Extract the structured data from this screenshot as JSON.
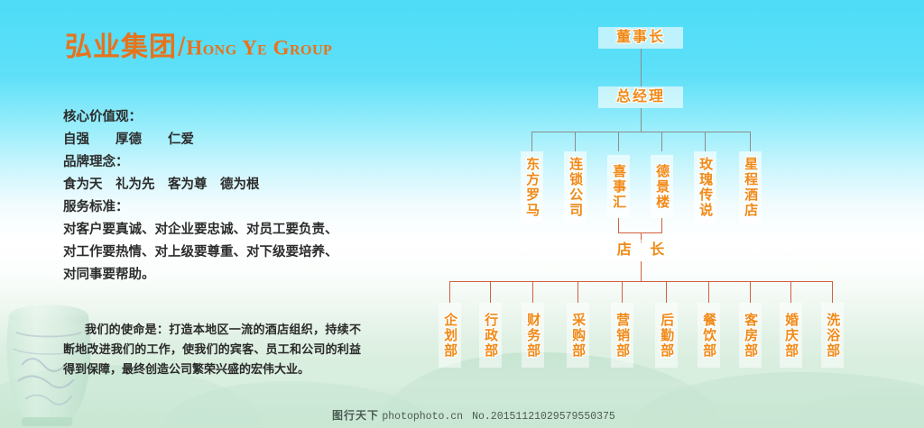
{
  "brand": {
    "cn": "弘业集团",
    "separator": "/",
    "en": "Hong Ye Group",
    "color": "#e8721c"
  },
  "values_block": {
    "lines": [
      "核心价值观：",
      "自强　　厚德　　仁爱",
      "品牌理念：",
      "食为天　礼为先　客为尊　德为根",
      "服务标准：",
      "对客户要真诚、对企业要忠诚、对员工要负责、",
      "对工作要热情、对上级要尊重、对下级要培养、",
      "对同事要帮助。"
    ]
  },
  "mission": {
    "text": "我们的使命是：打造本地区一流的酒店组织，持续不断地改进我们的工作，使我们的宾客、员工和公司的利益得到保障，最终创造公司繁荣兴盛的宏伟大业。"
  },
  "org_chart": {
    "chairman": "董事长",
    "general_manager": "总经理",
    "divisions": [
      "东方罗马",
      "连锁公司",
      "喜事汇",
      "德景楼",
      "玫瑰传说",
      "星程酒店"
    ],
    "store_manager": "店 长",
    "departments": [
      "企划部",
      "行政部",
      "财务部",
      "采购部",
      "营销部",
      "后勤部",
      "餐饮部",
      "客房部",
      "婚庆部",
      "洗浴部"
    ],
    "line_color": "#d1603f",
    "node_text_color": "#f08a18"
  },
  "watermark": {
    "cn": "图行天下",
    "site": "photophoto.cn",
    "number": "No.20151121029579550375"
  }
}
